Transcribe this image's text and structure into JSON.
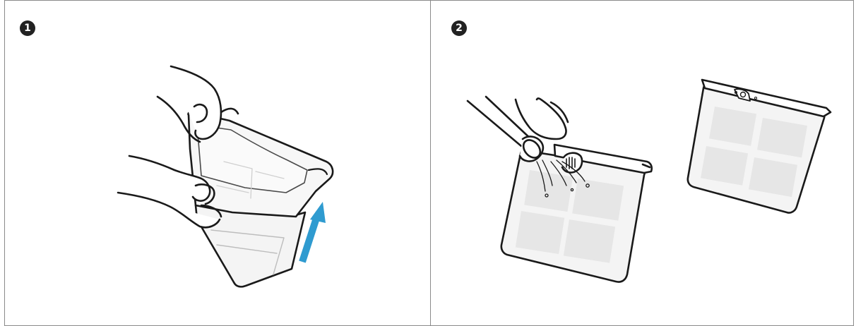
{
  "steps": [
    {
      "number": "1",
      "illustration": "remove-filter-from-dust-container"
    },
    {
      "number": "2",
      "illustration": "rinse-filter-with-water-then-dry"
    }
  ],
  "colors": {
    "outline": "#1a1a1a",
    "filter_fill": "#f4f4f4",
    "filter_pad": "#e6e6e6",
    "arrow": "#2f9bd0",
    "badge": "#222222",
    "panel_border": "#8a8a8a"
  },
  "icons": [
    "up-arrow-icon",
    "water-faucet-icon",
    "water-splash-icon"
  ]
}
